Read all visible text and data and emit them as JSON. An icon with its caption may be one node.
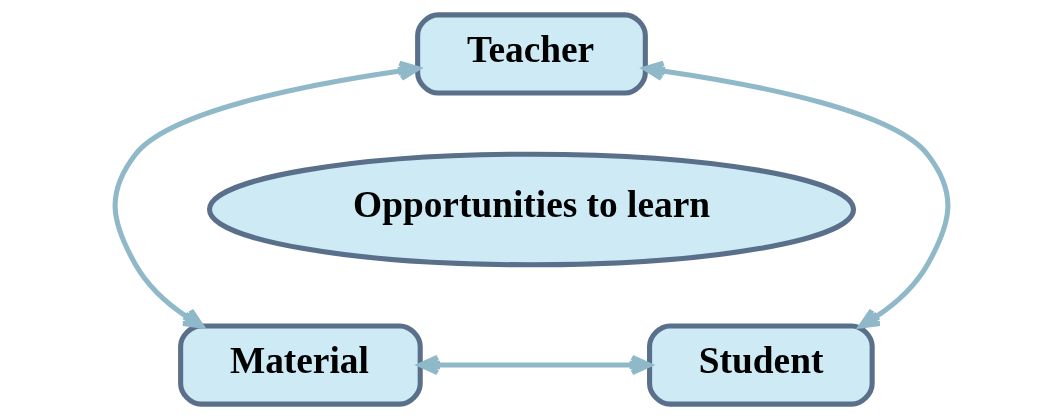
{
  "diagram": {
    "nodes": [
      {
        "text": [
          "Teacher"
        ]
      },
      {
        "text": [
          "Opportunities to learn"
        ]
      },
      {
        "text": [
          "Material"
        ]
      },
      {
        "text": [
          "Student"
        ]
      }
    ],
    "edges": [
      {
        "from": 0,
        "to": 2,
        "arrow": "both"
      },
      {
        "from": 0,
        "to": 3,
        "arrow": "both"
      },
      {
        "from": 2,
        "to": 3,
        "arrow": "both"
      }
    ]
  }
}
